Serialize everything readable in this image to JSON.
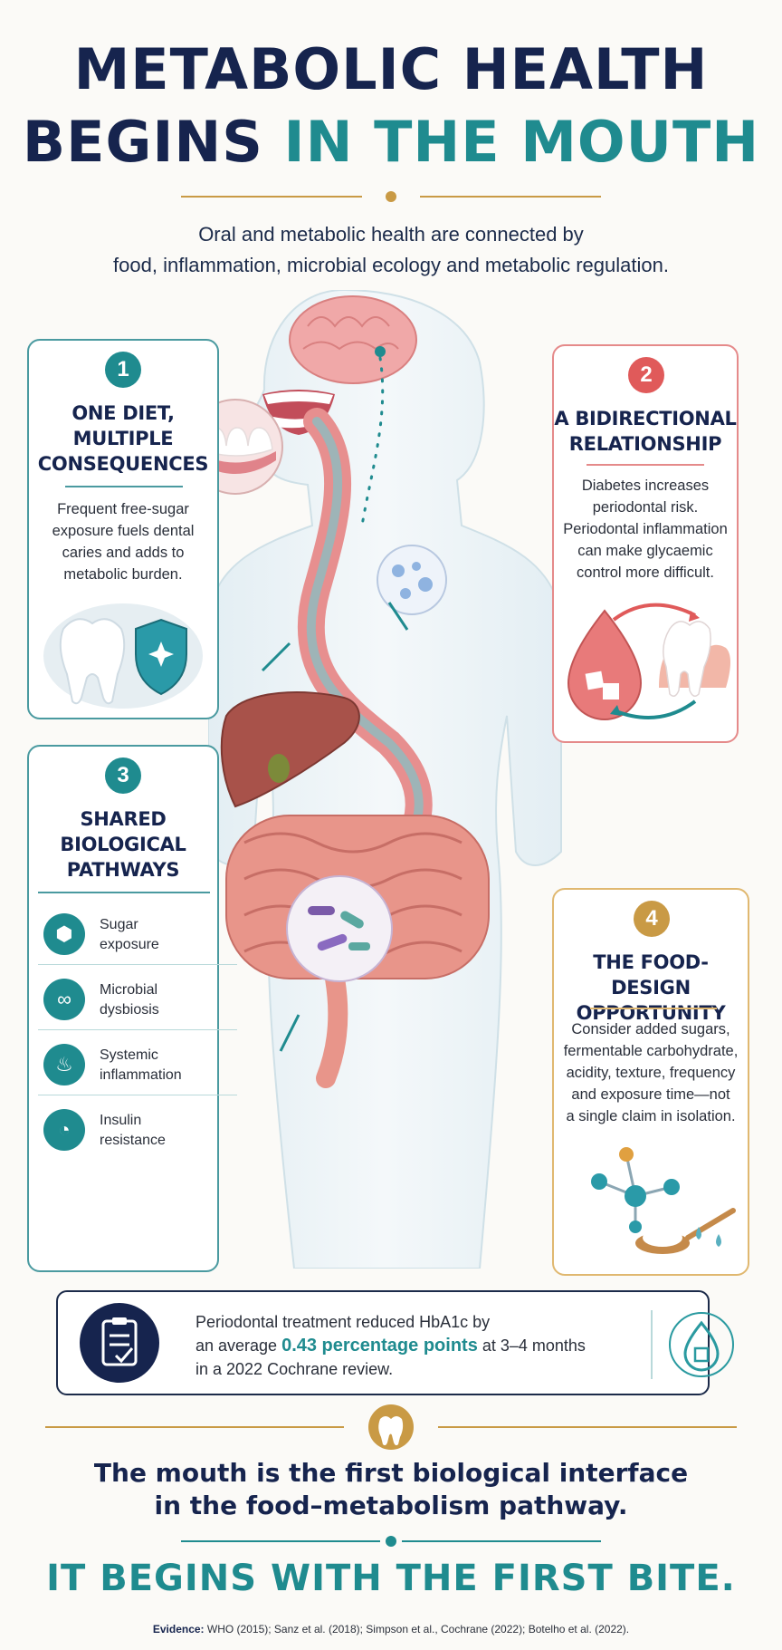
{
  "title": {
    "line1": "METABOLIC HEALTH",
    "line2_dark": "BEGINS ",
    "line2_teal": "IN THE MOUTH"
  },
  "subtitle": {
    "line1": "Oral and metabolic health are connected by",
    "line2": "food, inflammation, microbial ecology and metabolic regulation."
  },
  "cards": {
    "c1": {
      "number": "1",
      "title_lines": [
        "ONE DIET,",
        "MULTIPLE",
        "CONSEQUENCES"
      ],
      "text_lines": [
        "Frequent free-sugar",
        "exposure fuels dental",
        "caries and adds to",
        "metabolic burden."
      ]
    },
    "c2": {
      "number": "2",
      "title_lines": [
        "A BIDIRECTIONAL",
        "RELATIONSHIP"
      ],
      "text_lines": [
        "Diabetes increases",
        "periodontal risk.",
        "Periodontal inflammation",
        "can make glycaemic",
        "control more difficult."
      ]
    },
    "c3": {
      "number": "3",
      "title_lines": [
        "SHARED",
        "BIOLOGICAL",
        "PATHWAYS"
      ],
      "pathways": [
        {
          "icon": "hexagon-icon",
          "line1": "Sugar",
          "line2": "exposure"
        },
        {
          "icon": "bacteria-icon",
          "line1": "Microbial",
          "line2": "dysbiosis"
        },
        {
          "icon": "flame-icon",
          "line1": "Systemic",
          "line2": "inflammation"
        },
        {
          "icon": "gauge-icon",
          "line1": "Insulin",
          "line2": "resistance"
        }
      ]
    },
    "c4": {
      "number": "4",
      "title_lines": [
        "THE FOOD-DESIGN",
        "OPPORTUNITY"
      ],
      "text_lines": [
        "Consider added sugars,",
        "fermentable carbohydrate,",
        "acidity, texture, frequency",
        "and exposure time—not",
        "a single claim in isolation."
      ]
    }
  },
  "stat": {
    "pre": "Periodontal treatment reduced HbA1c by",
    "mid_pre": "an average ",
    "highlight": "0.43 percentage points",
    "mid_post": " at 3–4 months",
    "post": "in a 2022 Cochrane review."
  },
  "closing": {
    "line1": "The mouth is the first biological interface",
    "line2": "in the food–metabolism pathway.",
    "tagline": "IT BEGINS WITH THE FIRST BITE."
  },
  "evidence": {
    "label": "Evidence:",
    "text": " WHO (2015); Sanz et al. (2018); Simpson et al., Cochrane (2022); Botelho et al. (2022)."
  },
  "colors": {
    "navy": "#16244e",
    "teal": "#1f8b8f",
    "coral": "#e05a5a",
    "gold": "#c99a45"
  }
}
